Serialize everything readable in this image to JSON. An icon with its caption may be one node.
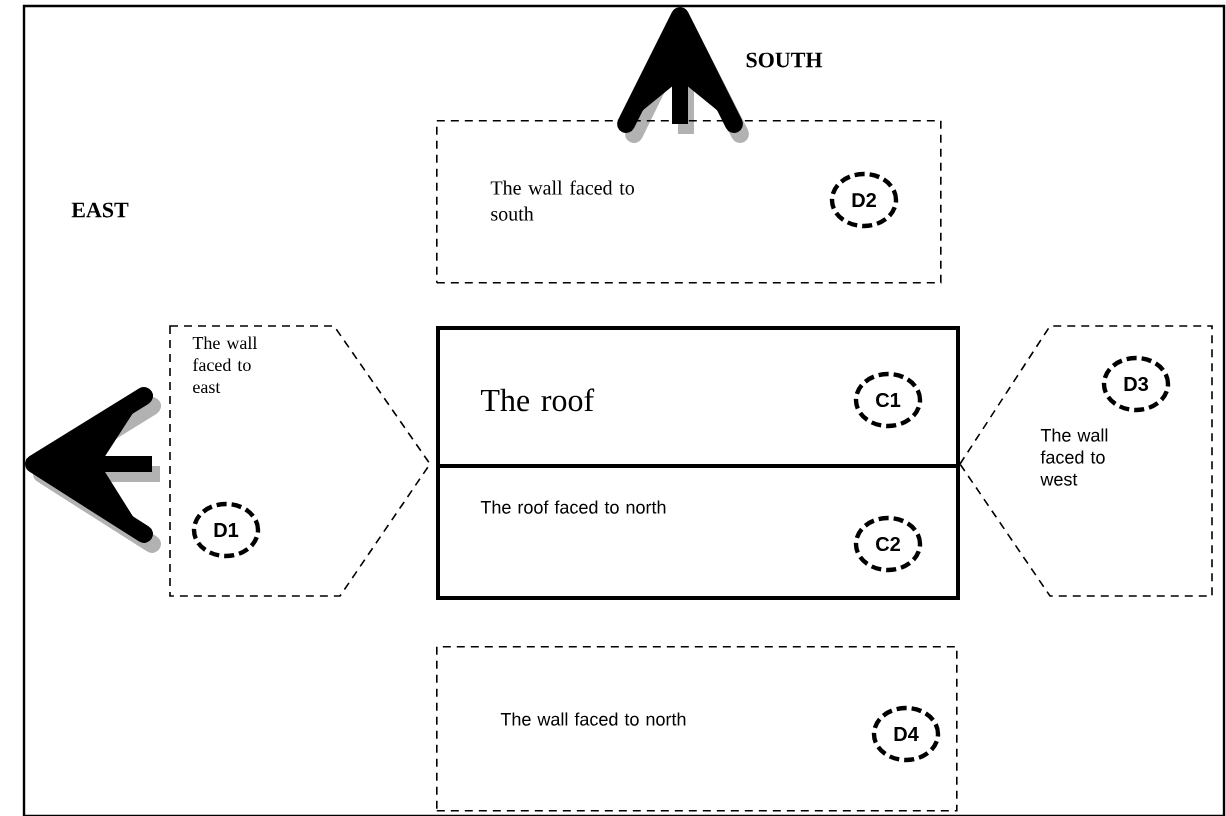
{
  "diagram": {
    "nodes": [
      {
        "text": [
          "The wall faced to south"
        ]
      },
      {
        "text": [
          "D2"
        ],
        "in": 0
      },
      {
        "text": [
          "The wall faced to east"
        ]
      },
      {
        "text": [
          "D1"
        ],
        "in": 2
      },
      {
        "text": [
          "The roof"
        ]
      },
      {
        "text": [
          "C1"
        ],
        "in": 4
      },
      {
        "text": [
          "The roof faced to north"
        ]
      },
      {
        "text": [
          "C2"
        ],
        "in": 6
      },
      {
        "text": [
          "The wall faced to west"
        ]
      },
      {
        "text": [
          "D3"
        ],
        "in": 8
      },
      {
        "text": [
          "The wall faced to north"
        ]
      },
      {
        "text": [
          "D4"
        ],
        "in": 10
      }
    ],
    "labels": [
      "SOUTH",
      "EAST"
    ]
  }
}
